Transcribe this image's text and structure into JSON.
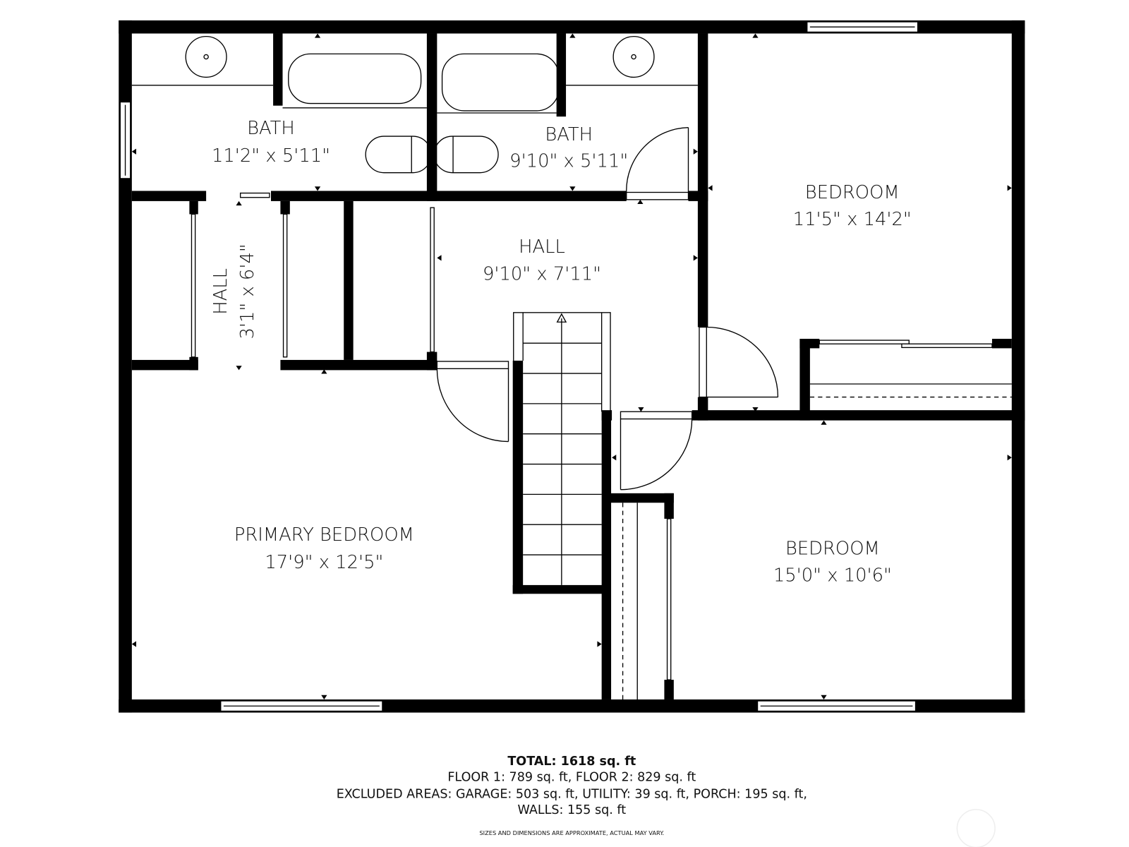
{
  "rooms": [
    {
      "name": "BATH",
      "dims": "11'2\" x 5'11\""
    },
    {
      "name": "BATH",
      "dims": "9'10\" x 5'11\""
    },
    {
      "name": "BEDROOM",
      "dims": "11'5\" x 14'2\""
    },
    {
      "name": "HALL",
      "dims": "3'1\" x 6'4\""
    },
    {
      "name": "HALL",
      "dims": "9'10\" x 7'11\""
    },
    {
      "name": "PRIMARY BEDROOM",
      "dims": "17'9\" x 12'5\""
    },
    {
      "name": "BEDROOM",
      "dims": "15'0\" x 10'6\""
    }
  ],
  "summary": {
    "total": "TOTAL: 1618 sq. ft",
    "floors": "FLOOR 1: 789 sq. ft, FLOOR 2: 829 sq. ft",
    "excluded": "EXCLUDED AREAS: GARAGE: 503 sq. ft, UTILITY: 39 sq. ft, PORCH: 195 sq. ft,",
    "walls": "WALLS: 155 sq. ft",
    "disclaimer": "SIZES AND DIMENSIONS ARE APPROXIMATE, ACTUAL MAY VARY."
  }
}
